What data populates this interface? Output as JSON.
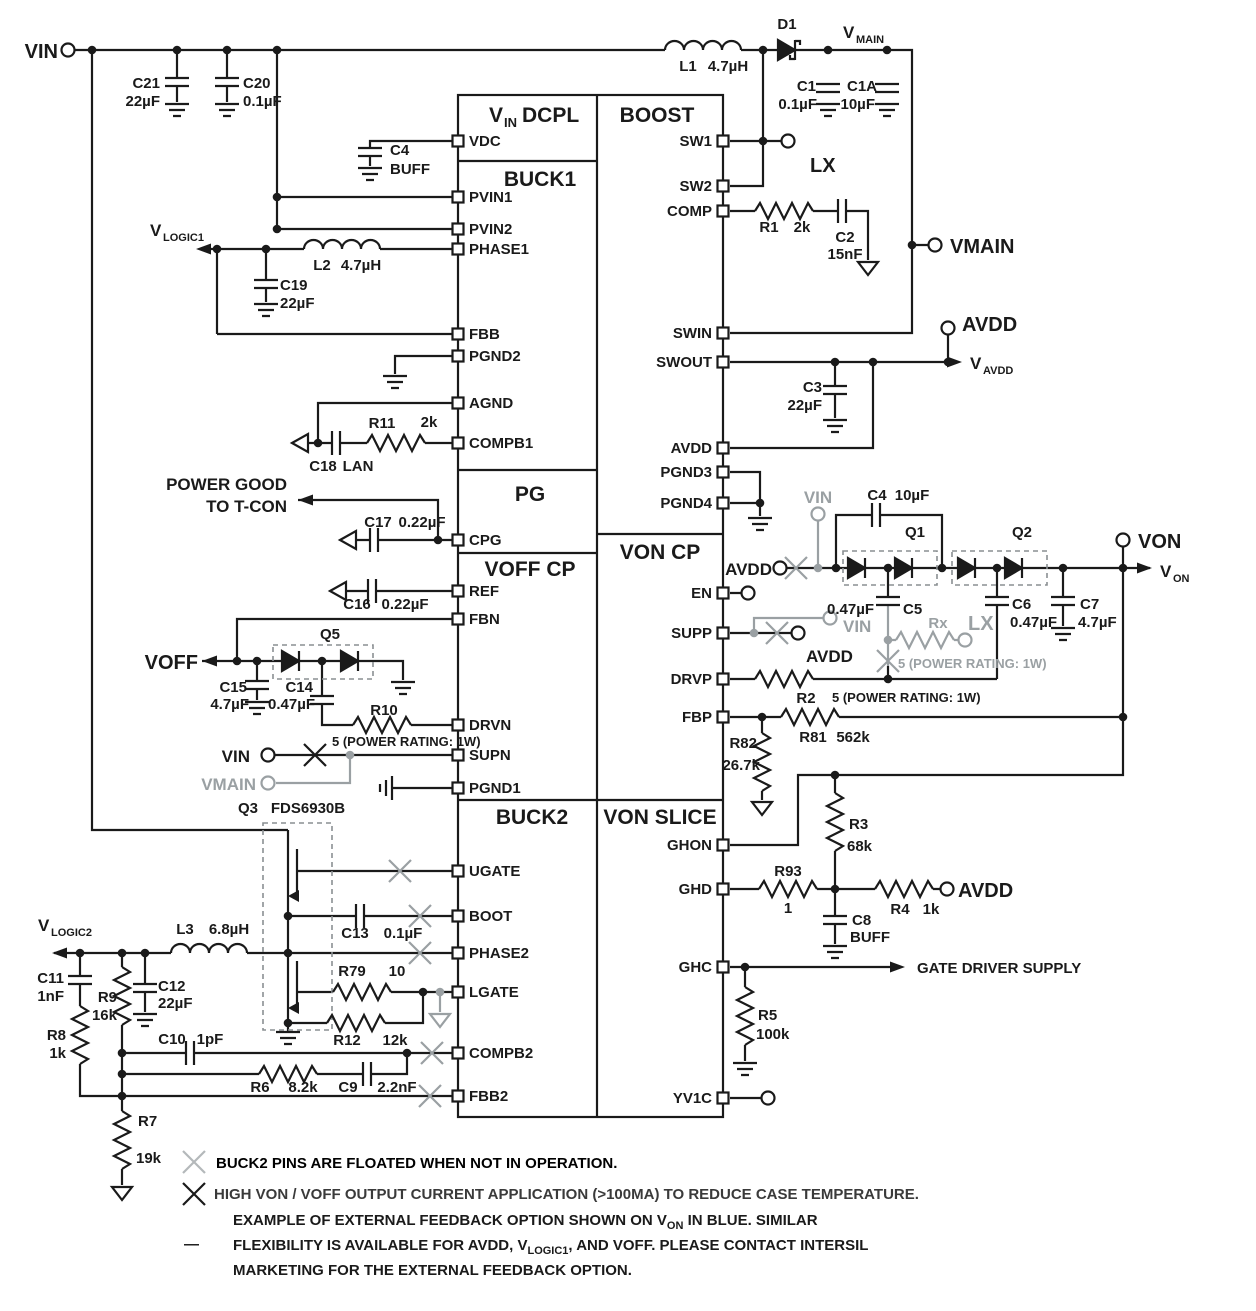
{
  "ic": {
    "sections": {
      "vin_dcpl_v": "V",
      "vin_dcpl_sub": "IN",
      "vin_dcpl_rest": "DCPL",
      "boost": "BOOST",
      "buck1": "BUCK1",
      "pg": "PG",
      "voff_cp": "VOFF CP",
      "buck2": "BUCK2",
      "von_cp": "VON CP",
      "von_slice": "VON SLICE"
    },
    "pins": {
      "vdc": "VDC",
      "pvin1": "PVIN1",
      "pvin2": "PVIN2",
      "phase1": "PHASE1",
      "fbb": "FBB",
      "pgnd2": "PGND2",
      "agnd": "AGND",
      "compb1": "COMPB1",
      "cpg": "CPG",
      "ref": "REF",
      "fbn": "FBN",
      "drvn": "DRVN",
      "supn": "SUPN",
      "pgnd1": "PGND1",
      "ugate": "UGATE",
      "boot": "BOOT",
      "phase2": "PHASE2",
      "lgate": "LGATE",
      "compb2": "COMPB2",
      "fbb2": "FBB2",
      "sw1": "SW1",
      "sw2": "SW2",
      "comp": "COMP",
      "swin": "SWIN",
      "swout": "SWOUT",
      "avdd": "AVDD",
      "pgnd3": "PGND3",
      "pgnd4": "PGND4",
      "en": "EN",
      "supp": "SUPP",
      "drvp": "DRVP",
      "fbp": "FBP",
      "ghon": "GHON",
      "ghd": "GHD",
      "ghc": "GHC",
      "yv1c": "YV1C"
    }
  },
  "parts": {
    "c21": {
      "r": "C21",
      "v": "22µF"
    },
    "c20": {
      "r": "C20",
      "v": "0.1µF"
    },
    "c4b": {
      "r": "C4",
      "v": "BUFF"
    },
    "l1": {
      "r": "L1",
      "v": "4.7µH"
    },
    "d1": {
      "r": "D1"
    },
    "c1": {
      "r": "C1",
      "v": "0.1µF"
    },
    "c1a": {
      "r": "C1A",
      "v": "10µF"
    },
    "r1": {
      "r": "R1",
      "v": "2k"
    },
    "c2": {
      "r": "C2",
      "v": "15nF"
    },
    "l2": {
      "r": "L2",
      "v": "4.7µH"
    },
    "c19": {
      "r": "C19",
      "v": "22µF"
    },
    "c3": {
      "r": "C3",
      "v": "22µF"
    },
    "r11": {
      "r": "R11",
      "v": "2k"
    },
    "c18": {
      "r": "C18",
      "v": "LAN"
    },
    "c17": {
      "r": "C17",
      "v": "0.22µF"
    },
    "c16": {
      "r": "C16",
      "v": "0.22µF"
    },
    "q5": {
      "r": "Q5"
    },
    "c15": {
      "r": "C15",
      "v": "4.7µF"
    },
    "c14": {
      "r": "C14",
      "v": "0.47µF"
    },
    "r10": {
      "r": "R10"
    },
    "q3": {
      "r": "Q3",
      "v": "FDS6930B"
    },
    "c13": {
      "r": "C13",
      "v": "0.1µF"
    },
    "l3": {
      "r": "L3",
      "v": "6.8µH"
    },
    "r79": {
      "r": "R79",
      "v": "10"
    },
    "r12": {
      "r": "R12",
      "v": "12k"
    },
    "c11": {
      "r": "C11",
      "v": "1nF"
    },
    "r9": {
      "r": "R9",
      "v": "16k"
    },
    "c12": {
      "r": "C12",
      "v": "22µF"
    },
    "r8": {
      "r": "R8",
      "v": "1k"
    },
    "c10": {
      "r": "C10",
      "v": "1pF"
    },
    "r6": {
      "r": "R6",
      "v": "8.2k"
    },
    "c9": {
      "r": "C9",
      "v": "2.2nF"
    },
    "r7": {
      "r": "R7",
      "v": "19k"
    },
    "c4v": {
      "r": "C4",
      "v": "10µF"
    },
    "q1": {
      "r": "Q1"
    },
    "q2": {
      "r": "Q2"
    },
    "c5": {
      "r": "C5",
      "v": "0.47µF"
    },
    "c6": {
      "r": "C6",
      "v": "0.47µF"
    },
    "c7": {
      "r": "C7",
      "v": "4.7µF"
    },
    "rx": {
      "r": "Rx"
    },
    "r2": {
      "r": "R2"
    },
    "r81": {
      "r": "R81",
      "v": "562k"
    },
    "r82": {
      "r": "R82",
      "v": "26.7k"
    },
    "r3": {
      "r": "R3",
      "v": "68k"
    },
    "r93": {
      "r": "R93",
      "v": "1"
    },
    "r4": {
      "r": "R4",
      "v": "1k"
    },
    "c8": {
      "r": "C8",
      "v": "BUFF"
    },
    "r5": {
      "r": "R5",
      "v": "100k"
    }
  },
  "term": {
    "vin": "VIN",
    "vmain_v": "V",
    "vmain_sub": "MAIN",
    "lx": "LX",
    "vmain": "VMAIN",
    "avdd_swout": "AVDD",
    "vavdd_v": "V",
    "vavdd_sub": "AVDD",
    "vlogic1_v": "V",
    "vlogic1_sub": "LOGIC1",
    "voff": "VOFF",
    "vin_supn": "VIN",
    "vmain_supn": "VMAIN",
    "vlogic2_v": "V",
    "vlogic2_sub": "LOGIC2",
    "avdd_voncp": "AVDD",
    "vin_q1": "VIN",
    "von": "VON",
    "von_v": "V",
    "von_sub": "ON",
    "lx_rx": "LX",
    "vin_supp": "VIN",
    "avdd_supp": "AVDD",
    "avdd_r4": "AVDD"
  },
  "txt": {
    "pg1": "POWER GOOD",
    "pg2": "TO T-CON",
    "pr": "5 (POWER RATING: 1W)",
    "gds": "GATE DRIVER SUPPLY"
  },
  "notes": {
    "n1": "BUCK2 PINS ARE FLOATED WHEN NOT IN OPERATION.",
    "n2": "HIGH VON / VOFF OUTPUT CURRENT APPLICATION (>100MA) TO REDUCE CASE TEMPERATURE.",
    "n3a": "EXAMPLE OF EXTERNAL FEEDBACK OPTION SHOWN ON V",
    "n3a_sub": "ON",
    "n3b": " IN BLUE. SIMILAR",
    "n3c": "FLEXIBILITY IS AVAILABLE FOR AVDD, V",
    "n3c_sub": "LOGIC1",
    "n3d": ", AND VOFF. PLEASE CONTACT INTERSIL",
    "n3e": "MARKETING FOR THE EXTERNAL FEEDBACK OPTION.",
    "dash": "—"
  }
}
